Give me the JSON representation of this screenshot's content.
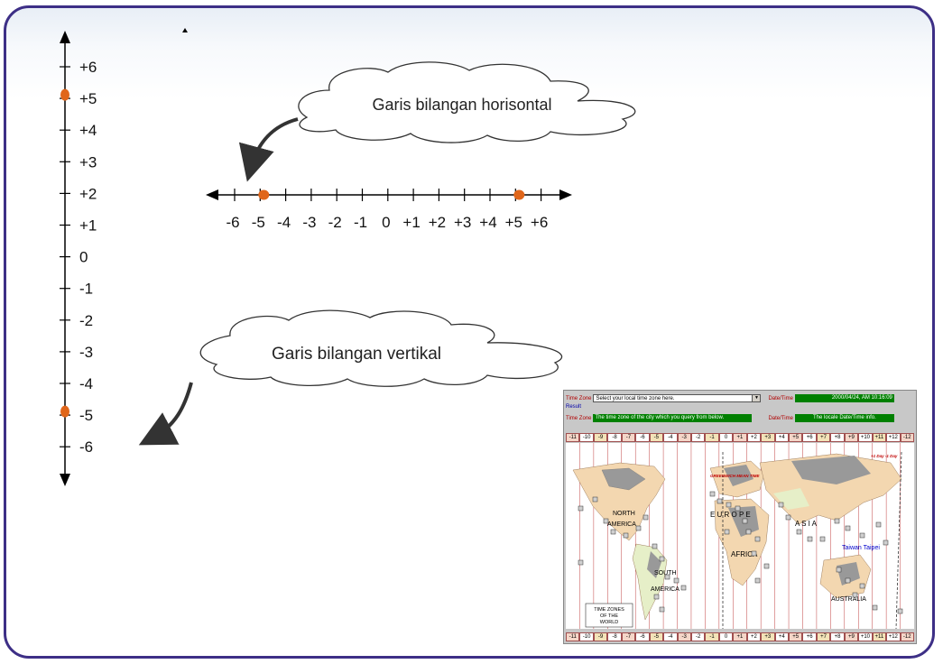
{
  "number_lines": {
    "vertical": {
      "ticks": [
        "+6",
        "+5",
        "+4",
        "+3",
        "+2",
        "+1",
        "0",
        "-1",
        "-2",
        "-3",
        "-4",
        "-5",
        "-6"
      ],
      "marked": [
        "+5",
        "-5"
      ],
      "callout": "Garis bilangan vertikal"
    },
    "horizontal": {
      "ticks": [
        "-6",
        "-5",
        "-4",
        "-3",
        "-2",
        "-1",
        "0",
        "+1",
        "+2",
        "+3",
        "+4",
        "+5",
        "+6"
      ],
      "marked": [
        "-5",
        "+5"
      ],
      "callout": "Garis bilangan horisontal"
    },
    "colors": {
      "axis": "#000000",
      "marker": "#e0661a",
      "arrow": "#333333"
    }
  },
  "world_map": {
    "time_zone_label": "Time Zone",
    "select_placeholder": "Select your local time zone here.",
    "date_time_label": "Date/Time",
    "date_time_value": "2000/04/24, AM 10:16:09",
    "result_label": "Result",
    "result_tz_text": "The time zone of the city which you query from below.",
    "result_dt_text": "The locale Date/Time info.",
    "zones": [
      "-11",
      "-10",
      "-9",
      "-8",
      "-7",
      "-6",
      "-5",
      "-4",
      "-3",
      "-2",
      "-1",
      "0",
      "+1",
      "+2",
      "+3",
      "+4",
      "+5",
      "+6",
      "+7",
      "+8",
      "+9",
      "+10",
      "+11",
      "+12",
      "-12"
    ],
    "labels": {
      "greenwich": "GREENWICH MEAN TIME",
      "north_america_1": "NORTH",
      "north_america_2": "AMERICA",
      "south_america_1": "SOUTH",
      "south_america_2": "AMERICA",
      "europe": "E U R O P E",
      "africa": "AFRICA",
      "asia": "A S I A",
      "australia": "AUSTRALIA",
      "taiwan": "Taiwan Taipei",
      "day_note": "+1 Day -1 Day",
      "legend_1": "TIME ZONES",
      "legend_2": "OF THE",
      "legend_3": "WORLD"
    }
  }
}
